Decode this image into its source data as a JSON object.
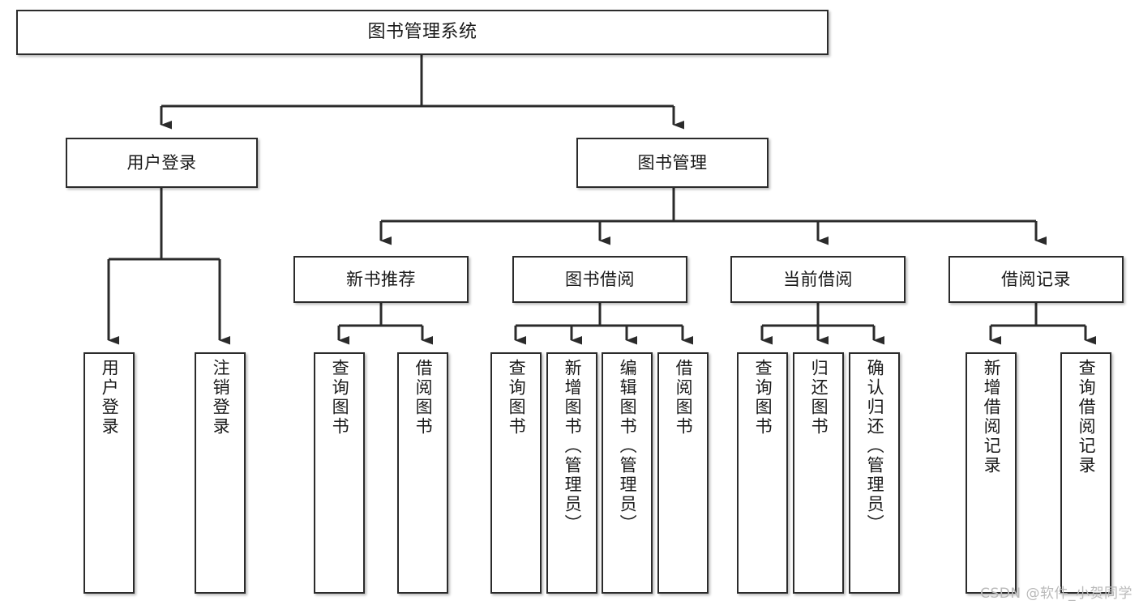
{
  "diagram": {
    "title": "图书管理系统",
    "type": "hierarchy-tree",
    "watermark": "CSDN @软件_小贺同学",
    "colors": {
      "stroke": "#2b2b2b",
      "fill": "#ffffff",
      "text": "#1a1a1a",
      "watermark": "#b9b9b9"
    },
    "nodes": {
      "root": {
        "label": "图书管理系统"
      },
      "level1": [
        {
          "key": "user-login",
          "label": "用户登录"
        },
        {
          "key": "book-manage",
          "label": "图书管理"
        }
      ],
      "level2": [
        {
          "key": "new-book-recommend",
          "label": "新书推荐"
        },
        {
          "key": "book-borrow",
          "label": "图书借阅"
        },
        {
          "key": "current-borrow",
          "label": "当前借阅"
        },
        {
          "key": "borrow-record",
          "label": "借阅记录"
        }
      ],
      "leaves": {
        "user-login": [
          {
            "key": "login",
            "label": "用户登录"
          },
          {
            "key": "logout",
            "label": "注销登录"
          }
        ],
        "new-book-recommend": [
          {
            "key": "query-book-1",
            "label": "查询图书"
          },
          {
            "key": "borrow-book-1",
            "label": "借阅图书"
          }
        ],
        "book-borrow": [
          {
            "key": "query-book-2",
            "label": "查询图书"
          },
          {
            "key": "add-book",
            "label": "新增图书（管理员）"
          },
          {
            "key": "edit-book",
            "label": "编辑图书（管理员）"
          },
          {
            "key": "borrow-book-2",
            "label": "借阅图书"
          }
        ],
        "current-borrow": [
          {
            "key": "query-book-3",
            "label": "查询图书"
          },
          {
            "key": "return-book",
            "label": "归还图书"
          },
          {
            "key": "confirm-return",
            "label": "确认归还（管理员）"
          }
        ],
        "borrow-record": [
          {
            "key": "add-record",
            "label": "新增借阅记录"
          },
          {
            "key": "query-record",
            "label": "查询借阅记录"
          }
        ]
      }
    }
  }
}
